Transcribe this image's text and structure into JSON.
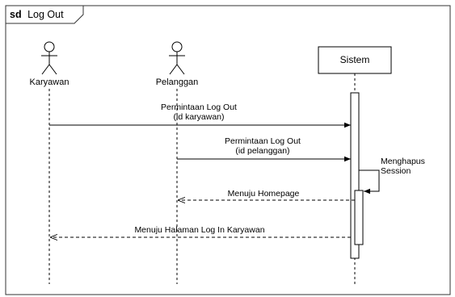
{
  "frame": {
    "keyword": "sd",
    "title": "Log Out"
  },
  "participants": [
    {
      "id": "karyawan",
      "kind": "actor",
      "label": "Karyawan"
    },
    {
      "id": "pelanggan",
      "kind": "actor",
      "label": "Pelanggan"
    },
    {
      "id": "sistem",
      "kind": "object",
      "label": "Sistem"
    }
  ],
  "messages": [
    {
      "from": "karyawan",
      "to": "sistem",
      "type": "sync",
      "lines": [
        "Permintaan Log Out",
        "(id karyawan)"
      ]
    },
    {
      "from": "pelanggan",
      "to": "sistem",
      "type": "sync",
      "lines": [
        "Permintaan Log Out",
        "(id pelanggan)"
      ]
    },
    {
      "from": "sistem",
      "to": "sistem",
      "type": "self",
      "lines": [
        "Menghapus",
        "Session"
      ]
    },
    {
      "from": "sistem",
      "to": "pelanggan",
      "type": "return",
      "lines": [
        "Menuju Homepage"
      ]
    },
    {
      "from": "sistem",
      "to": "karyawan",
      "type": "return",
      "lines": [
        "Menuju Halaman Log In Karyawan"
      ]
    }
  ]
}
